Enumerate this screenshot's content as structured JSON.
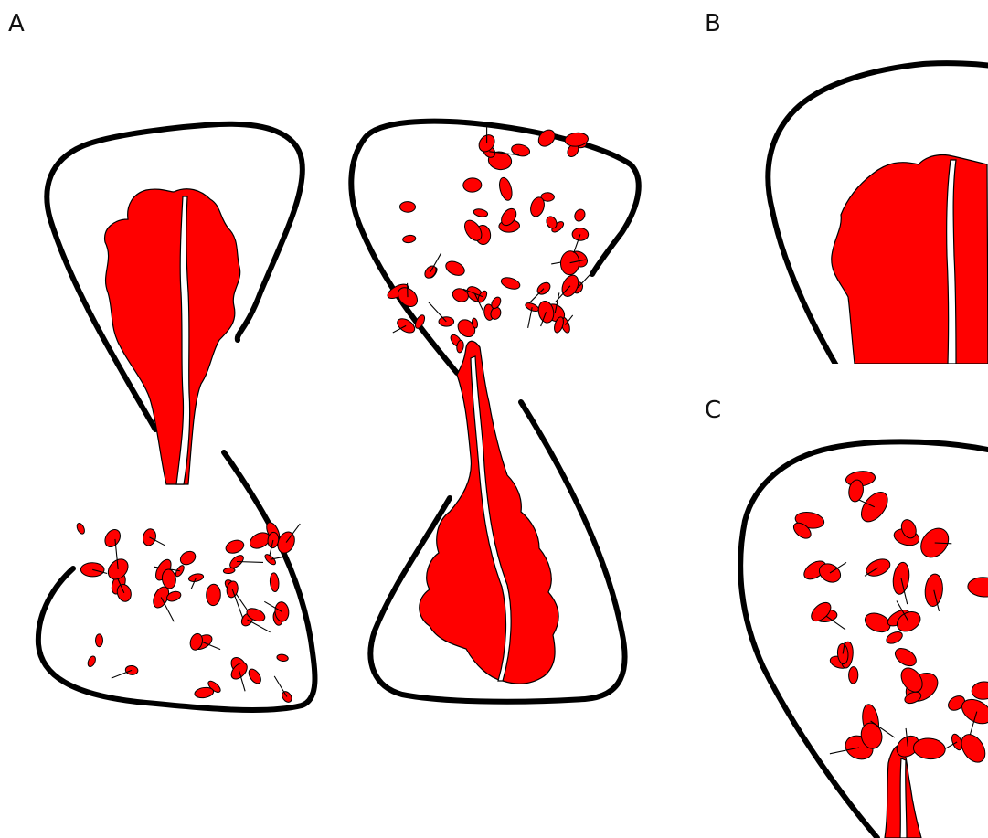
{
  "figure": {
    "panels": [
      {
        "id": "A",
        "label": "A"
      },
      {
        "id": "B",
        "label": "B"
      },
      {
        "id": "C",
        "label": "C"
      }
    ]
  },
  "colors": {
    "fill": "#ff0000",
    "outline": "#000000",
    "background": "#ffffff"
  }
}
